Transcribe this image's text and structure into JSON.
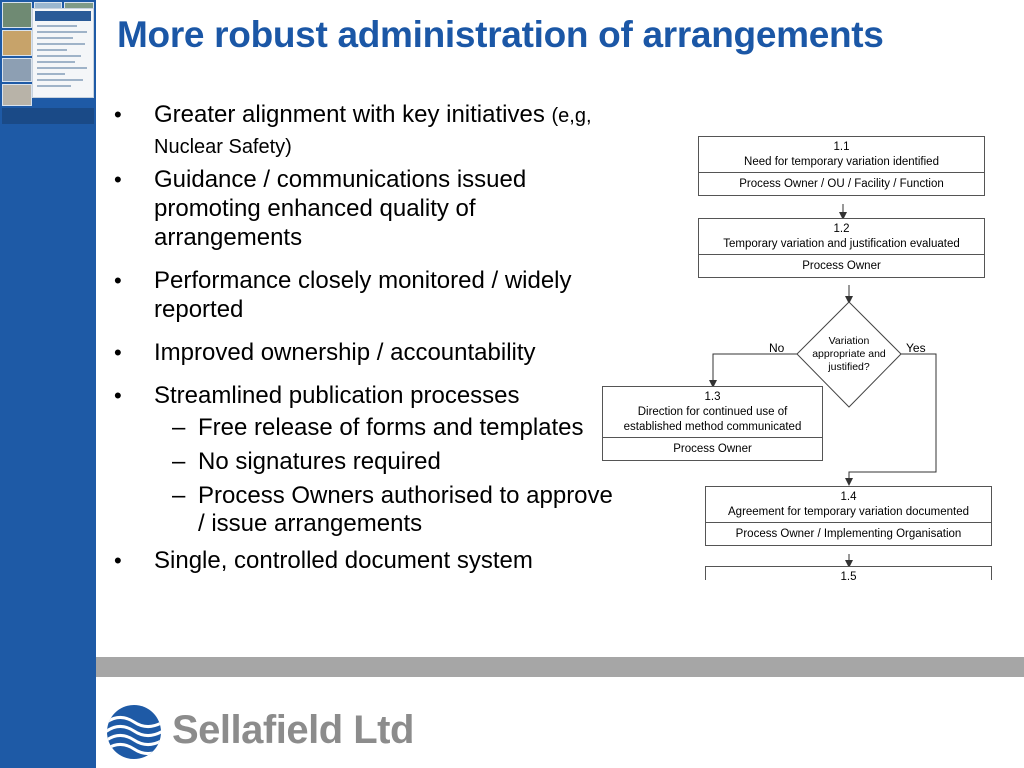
{
  "title": "More robust administration of arrangements",
  "bullets": [
    {
      "text": "Greater alignment with key initiatives",
      "note": "(e,g, Nuclear Safety)"
    },
    {
      "text": "Guidance / communications issued promoting enhanced quality of arrangements"
    },
    {
      "text": "Performance closely monitored / widely reported"
    },
    {
      "text": "Improved ownership / accountability"
    },
    {
      "text": "Streamlined publication processes",
      "sub": [
        "Free release of forms and templates",
        "No signatures required",
        "Process Owners authorised to approve / issue arrangements"
      ]
    },
    {
      "text": "Single, controlled document system"
    }
  ],
  "flowchart": {
    "box_1_1": {
      "id": "1.1",
      "title": "Need for temporary variation identified",
      "owner": "Process Owner / OU / Facility / Function"
    },
    "box_1_2": {
      "id": "1.2",
      "title": "Temporary variation and justification evaluated",
      "owner": "Process Owner"
    },
    "decision": {
      "text": "Variation appropriate and justified?",
      "no_label": "No",
      "yes_label": "Yes"
    },
    "box_1_3": {
      "id": "1.3",
      "title": "Direction for continued use of established method communicated",
      "owner": "Process Owner"
    },
    "box_1_4": {
      "id": "1.4",
      "title": "Agreement for temporary variation documented",
      "owner": "Process Owner / Implementing Organisation"
    },
    "box_1_5": {
      "id": "1.5"
    }
  },
  "logo": {
    "company": "Sellafield Ltd",
    "brand_color": "#1e5aa6"
  },
  "colors": {
    "title": "#1b57a6",
    "side_band": "#1e5aa6",
    "footer_bar": "#a6a6a6"
  }
}
